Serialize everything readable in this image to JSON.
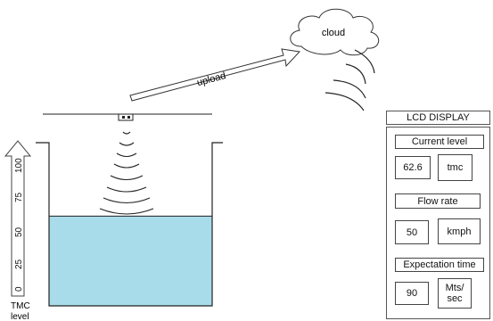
{
  "cloud": {
    "label": "cloud"
  },
  "arrow": {
    "label": "upload"
  },
  "axis": {
    "ticks": [
      "0",
      "25",
      "50",
      "75",
      "100"
    ],
    "unit_line1": "TMC",
    "unit_line2": "level"
  },
  "tank": {
    "water_fraction": 0.55
  },
  "lcd": {
    "title": "LCD DISPLAY",
    "current_level": {
      "label": "Current level",
      "value": "62.6",
      "unit": "tmc"
    },
    "flow_rate": {
      "label": "Flow rate",
      "value": "50",
      "unit": "kmph"
    },
    "expectation_time": {
      "label": "Expectation time",
      "value": "90",
      "unit_line1": "Mts/",
      "unit_line2": "sec"
    }
  },
  "colors": {
    "water": "#a9dcea",
    "line": "#222222"
  }
}
